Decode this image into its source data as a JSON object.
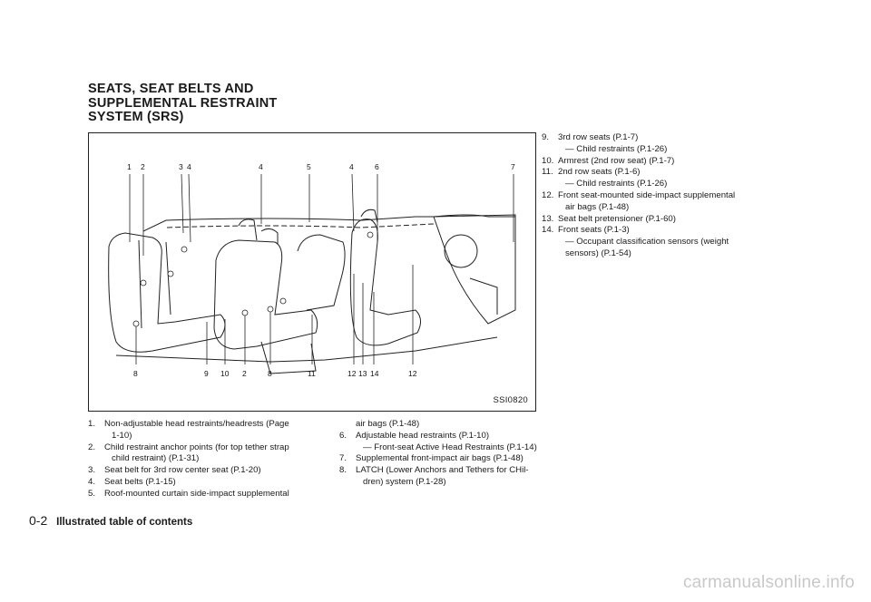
{
  "section_title": [
    "SEATS, SEAT BELTS AND",
    "SUPPLEMENTAL RESTRAINT",
    "SYSTEM (SRS)"
  ],
  "figure": {
    "code": "SSI0820",
    "top_labels": [
      "1",
      "2",
      "3",
      "4",
      "4",
      "5",
      "4",
      "6",
      "7"
    ],
    "bottom_labels": [
      "8",
      "9",
      "10",
      "2",
      "8",
      "11",
      "12",
      "13",
      "14",
      "12"
    ]
  },
  "items": [
    {
      "num": "1.",
      "lines": [
        "Non-adjustable head restraints/headrests (Page",
        "1-10)"
      ]
    },
    {
      "num": "2.",
      "lines": [
        "Child restraint anchor points (for top tether strap",
        "child restraint) (P.1-31)"
      ]
    },
    {
      "num": "3.",
      "lines": [
        "Seat belt for 3rd row center seat (P.1-20)"
      ]
    },
    {
      "num": "4.",
      "lines": [
        "Seat belts (P.1-15)"
      ]
    },
    {
      "num": "5.",
      "lines": [
        "Roof-mounted curtain side-impact supplemental"
      ]
    },
    {
      "cont": "air bags (P.1-48)"
    },
    {
      "num": "6.",
      "lines": [
        "Adjustable head restraints (P.1-10)"
      ],
      "sub": "— Front-seat Active Head Restraints (P.1-14)"
    },
    {
      "num": "7.",
      "lines": [
        "Supplemental front-impact air bags (P.1-48)"
      ]
    },
    {
      "num": "8.",
      "lines": [
        "LATCH (Lower Anchors and Tethers for CHil-",
        "dren) system (P.1-28)"
      ]
    },
    {
      "num": "9.",
      "lines": [
        "3rd row seats (P.1-7)"
      ],
      "sub": "— Child restraints (P.1-26)"
    },
    {
      "num": "10.",
      "lines": [
        "Armrest (2nd row seat) (P.1-7)"
      ]
    },
    {
      "num": "11.",
      "lines": [
        "2nd row seats (P.1-6)"
      ],
      "sub": "— Child restraints (P.1-26)"
    },
    {
      "num": "12.",
      "lines": [
        "Front seat-mounted side-impact supplemental",
        "air bags (P.1-48)"
      ]
    },
    {
      "num": "13.",
      "lines": [
        "Seat belt pretensioner (P.1-60)"
      ]
    },
    {
      "num": "14.",
      "lines": [
        "Front seats (P.1-3)"
      ],
      "sub_lines": [
        "— Occupant classification sensors (weight",
        "sensors) (P.1-54)"
      ]
    }
  ],
  "footer": {
    "page": "0-2",
    "title": "Illustrated table of contents"
  },
  "watermark": "carmanualsonline.info"
}
